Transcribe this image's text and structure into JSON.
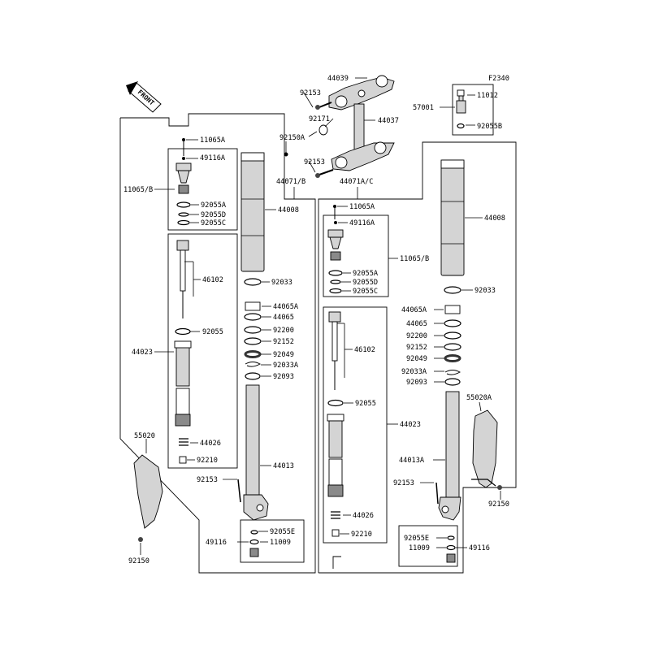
{
  "figure_code": "F2340",
  "front_label": "FRONT",
  "labels": {
    "l_44039": "44039",
    "l_92153_top": "92153",
    "l_92171": "92171",
    "l_44037": "44037",
    "l_92150A": "92150A",
    "l_92153_mid": "92153",
    "l_44071B": "44071/B",
    "l_44071AC": "44071A/C",
    "l_57001": "57001",
    "l_11012": "11012",
    "l_92055B": "92055B",
    "l_11065A_L": "11065A",
    "l_49116A_L": "49116A",
    "l_11065B_L": "11065/B",
    "l_92055A_L": "92055A",
    "l_92055D_L": "92055D",
    "l_92055C_L": "92055C",
    "l_44008_L": "44008",
    "l_92033_L": "92033",
    "l_46102_L": "46102",
    "l_92055_L": "92055",
    "l_44023_L": "44023",
    "l_44026_L": "44026",
    "l_92210_L": "92210",
    "l_44065A_L": "44065A",
    "l_44065_L": "44065",
    "l_92200_L": "92200",
    "l_92152_L": "92152",
    "l_92049_L": "92049",
    "l_92033A_L": "92033A",
    "l_92093_L": "92093",
    "l_44013_L": "44013",
    "l_92153_L": "92153",
    "l_55020_L": "55020",
    "l_92150_L": "92150",
    "l_92055E_L": "92055E",
    "l_49116_L": "49116",
    "l_11009_L": "11009",
    "l_11065A_R": "11065A",
    "l_49116A_R": "49116A",
    "l_11065B_R": "11065/B",
    "l_92055A_R": "92055A",
    "l_92055D_R": "92055D",
    "l_92055C_R": "92055C",
    "l_44008_R": "44008",
    "l_92033_R": "92033",
    "l_46102_R": "46102",
    "l_92055_R": "92055",
    "l_44023_R": "44023",
    "l_44026_R": "44026",
    "l_92210_R": "92210",
    "l_44065A_R": "44065A",
    "l_44065_R": "44065",
    "l_92200_R": "92200",
    "l_92152_R": "92152",
    "l_92049_R": "92049",
    "l_92033A_R": "92033A",
    "l_92093_R": "92093",
    "l_44013A_R": "44013A",
    "l_92153_R": "92153",
    "l_55020A_R": "55020A",
    "l_92150_R": "92150",
    "l_92055E_R": "92055E",
    "l_11009_R": "11009",
    "l_49116_R": "49116"
  }
}
